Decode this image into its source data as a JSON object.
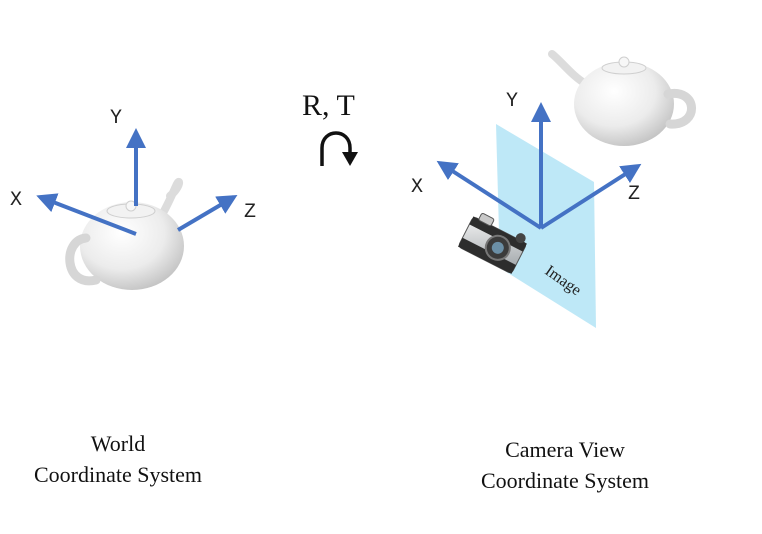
{
  "transform": {
    "label": "R, T",
    "icon": "rotate-arrow-icon"
  },
  "world": {
    "axes": {
      "x": "X",
      "y": "Y",
      "z": "Z"
    },
    "caption": [
      "World",
      "Coordinate System"
    ],
    "object_icon": "teapot-icon"
  },
  "camera": {
    "axes": {
      "x": "X",
      "y": "Y",
      "z": "Z"
    },
    "caption": [
      "Camera View",
      "Coordinate System"
    ],
    "image_plane_label": "Image",
    "object_icon": "teapot-icon",
    "camera_icon": "camera-icon"
  },
  "colors": {
    "axis": "#4472c4",
    "image_plane": "#a8e0f4",
    "text": "#111111"
  }
}
